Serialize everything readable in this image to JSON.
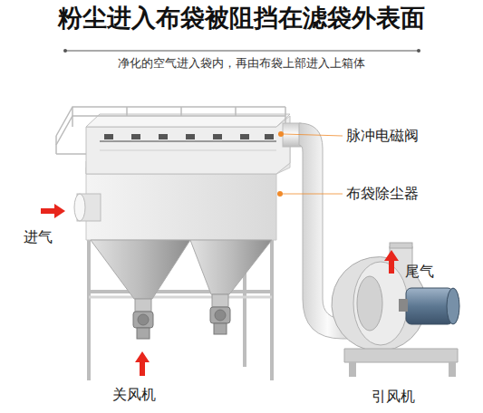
{
  "diagram": {
    "title": "粉尘进入布袋被阻挡在滤袋外表面",
    "labels": [
      "净化的空气进入袋内，再由布袋上部进入上箱体",
      "脉冲电磁阀",
      "布袋除尘器",
      "进气",
      "尾气",
      "关风机",
      "引风机"
    ]
  }
}
